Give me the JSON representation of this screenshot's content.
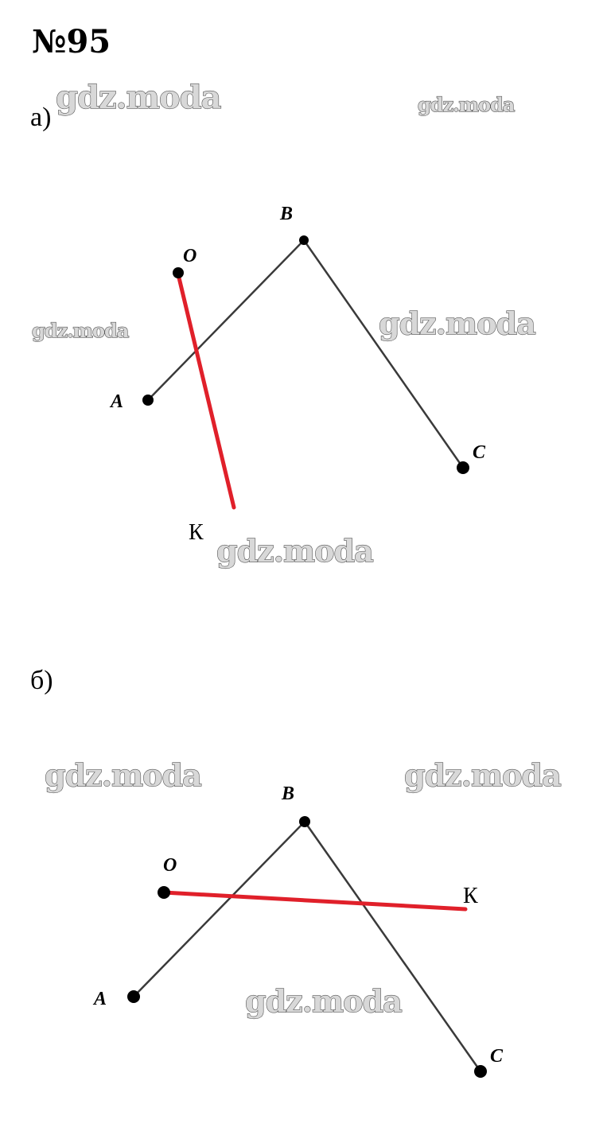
{
  "header": {
    "title": "№95"
  },
  "parts": [
    {
      "label": "а)",
      "points": {
        "O": "O",
        "B": "B",
        "A": "A",
        "C": "C"
      },
      "line_end_label": "К"
    },
    {
      "label": "б)",
      "points": {
        "O": "O",
        "B": "B",
        "A": "A",
        "C": "C"
      },
      "line_end_label": "К"
    }
  ],
  "watermarks": [
    "gdz.moda",
    "gdz.moda",
    "gdz.moda",
    "gdz.moda",
    "gdz.moda",
    "gdz.moda",
    "gdz.moda",
    "gdz.moda"
  ],
  "colors": {
    "constructed_line": "#e0202a",
    "segments": "#3a3a3a",
    "watermark": "#d8d8d8"
  }
}
